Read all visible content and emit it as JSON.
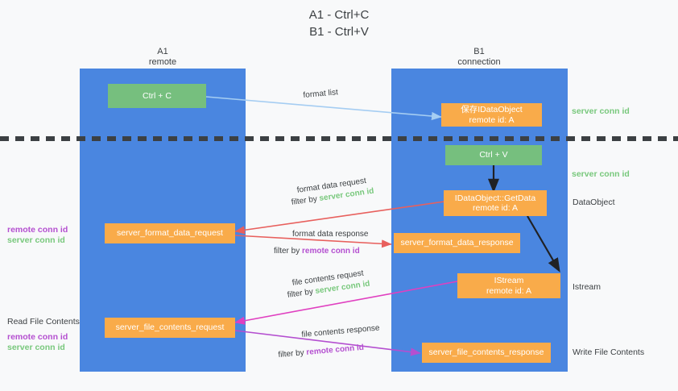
{
  "title": {
    "line1": "A1 - Ctrl+C",
    "line2": "B1 - Ctrl+V"
  },
  "columns": [
    {
      "name": "A1",
      "role": "remote"
    },
    {
      "name": "B1",
      "role": "connection"
    }
  ],
  "nodes": {
    "ctrl_c": "Ctrl + C",
    "ctrl_v": "Ctrl + V",
    "save_dataobject_l1": "保存IDataObject",
    "save_dataobject_l2": "remote id: A",
    "getdata_l1": "IDataObject::GetData",
    "getdata_l2": "remote id: A",
    "istream_l1": "IStream",
    "istream_l2": "remote id: A",
    "server_format_data_request": "server_format_data_request",
    "server_format_data_response": "server_format_data_response",
    "server_file_contents_request": "server_file_contents_request",
    "server_file_contents_response": "server_file_contents_response"
  },
  "wires": {
    "format_list": "format list",
    "format_data_request": "format data request",
    "format_data_response": "format data response",
    "file_contents_request": "file contents request",
    "file_contents_response": "file contents response",
    "filter_by": "filter by "
  },
  "ids": {
    "server_conn_id": "server conn id",
    "remote_conn_id": "remote conn id"
  },
  "right_labels": {
    "server_conn_id_top": "server conn id",
    "server_conn_id_mid": "server conn id",
    "dataobject": "DataObject",
    "istream": "Istream",
    "write_file_contents": "Write File Contents"
  },
  "left_labels": {
    "read_file_contents": "Read File Contents",
    "remote_conn_id_1": "remote conn id",
    "server_conn_id_1": "server conn id",
    "remote_conn_id_2": "remote conn id",
    "server_conn_id_2": "server conn id"
  },
  "colors": {
    "column_blue": "#4a86e0",
    "node_orange": "#f9ab4a",
    "node_green": "#76bf7e",
    "arrow_lightblue": "#a5cdf2",
    "arrow_red": "#e8605d",
    "arrow_magenta": "#e040c0",
    "arrow_purple": "#b44fd0",
    "arrow_black": "#202124",
    "text_green": "#78c87c",
    "text_purple": "#b44fd0",
    "background": "#f8f9fa"
  }
}
